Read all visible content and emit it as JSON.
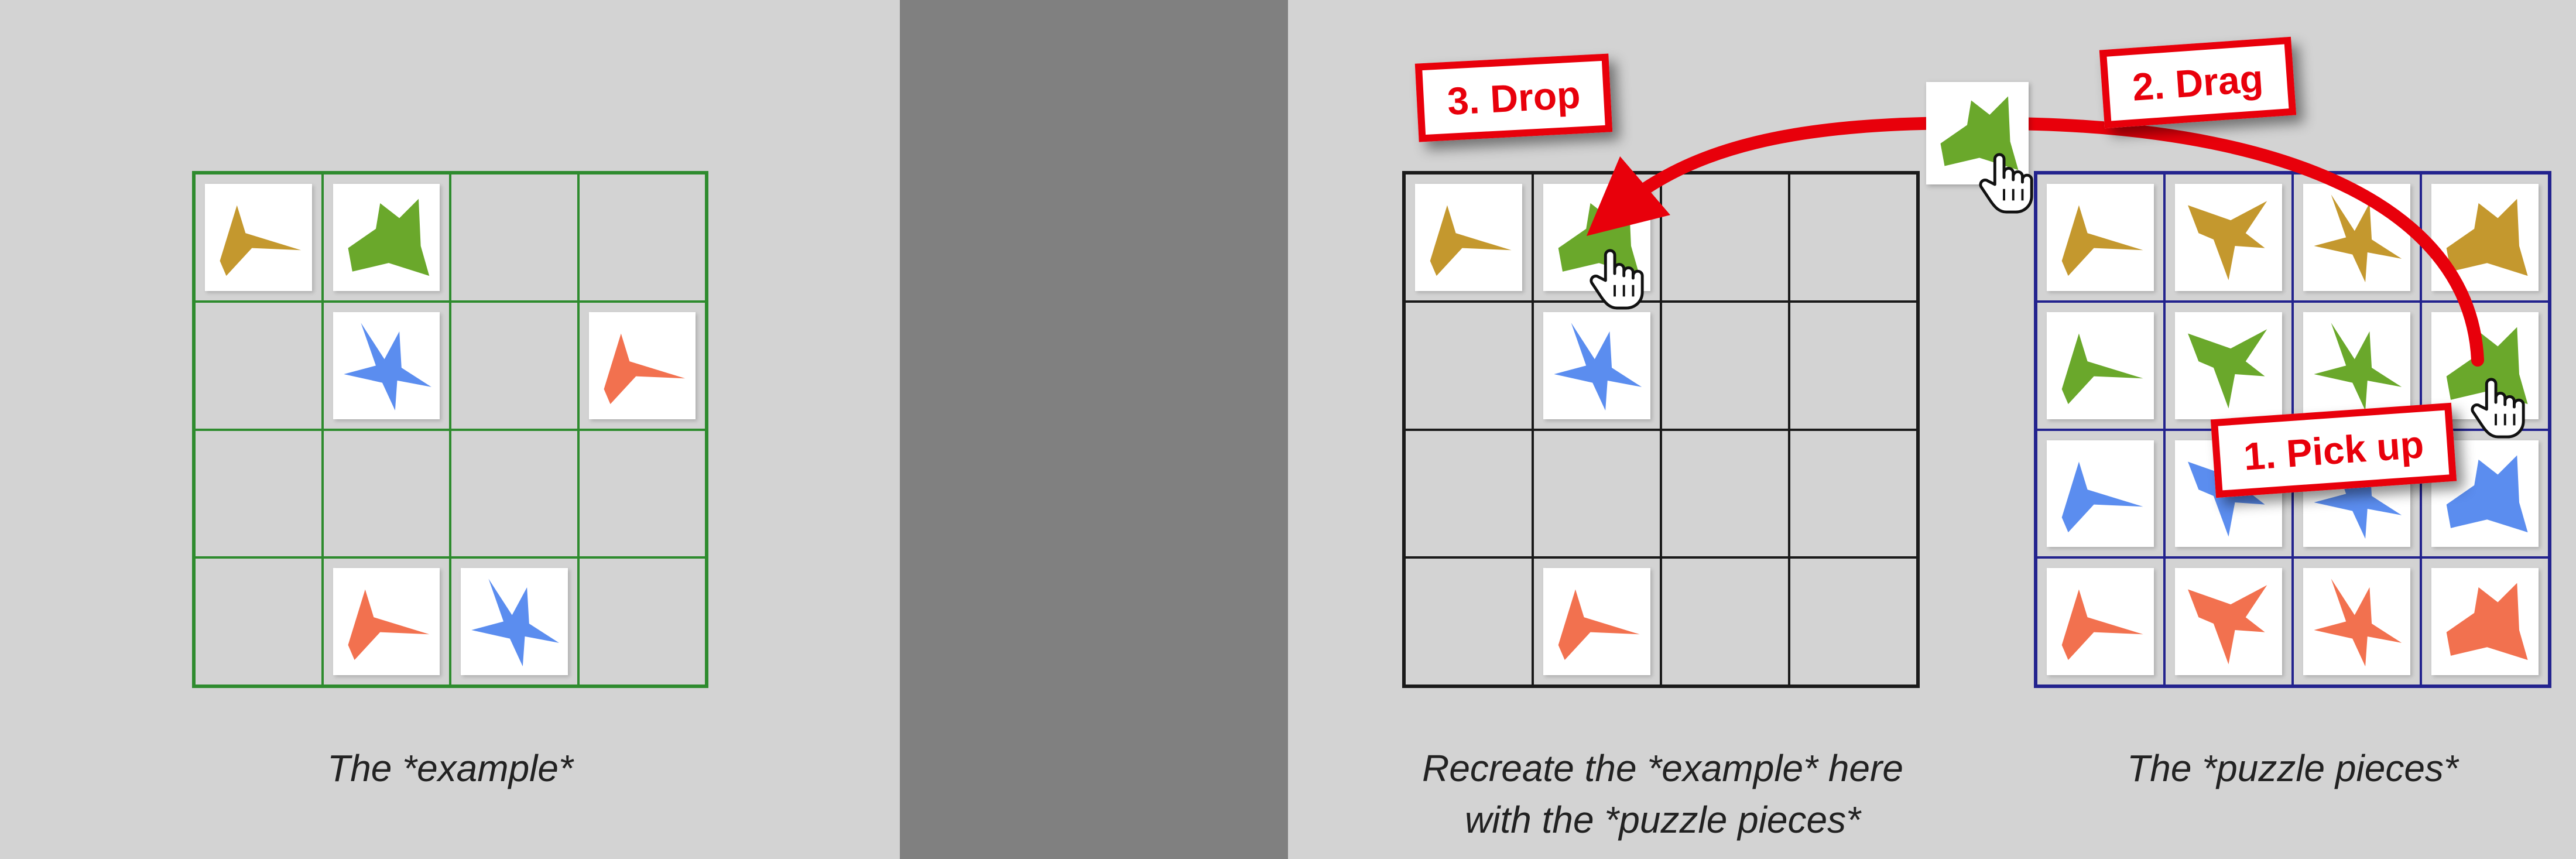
{
  "captions": {
    "example": "The *example*",
    "recreate_line1": "Recreate the *example* here",
    "recreate_line2": "with the *puzzle pieces*",
    "pieces": "The *puzzle pieces*"
  },
  "steps": {
    "pick_up": "1. Pick up",
    "drag": "2. Drag",
    "drop": "3. Drop"
  },
  "colors": {
    "gold": "#c4982e",
    "green": "#6aa82b",
    "blue": "#5b8def",
    "orange": "#f2714f",
    "dark_blue": "#3a63c8",
    "arrow_red": "#e8000b"
  },
  "example_grid": [
    [
      "gold-arrow",
      "green-blob",
      "",
      ""
    ],
    [
      "",
      "blue-branch",
      "",
      "orange-arrow"
    ],
    [
      "",
      "",
      "",
      ""
    ],
    [
      "",
      "orange-arrow",
      "blue-branch",
      ""
    ]
  ],
  "workspace_grid": [
    [
      "gold-arrow",
      "green-blob",
      "",
      ""
    ],
    [
      "",
      "blue-branch",
      "",
      ""
    ],
    [
      "",
      "",
      "",
      ""
    ],
    [
      "",
      "orange-arrow",
      "",
      ""
    ]
  ],
  "pieces_grid": [
    [
      "gold-arrow",
      "gold-spiky",
      "gold-branch",
      "gold-blob"
    ],
    [
      "green-arrow",
      "green-spiky",
      "green-branch",
      "green-blob"
    ],
    [
      "blue-arrow",
      "blue-spiky",
      "blue-branch",
      "blue-blob"
    ],
    [
      "orange-arrow",
      "orange-spiky",
      "orange-branch",
      "orange-blob"
    ]
  ],
  "dragged_piece": "green-blob",
  "icons": {
    "cursor": "hand-pointer-icon"
  }
}
